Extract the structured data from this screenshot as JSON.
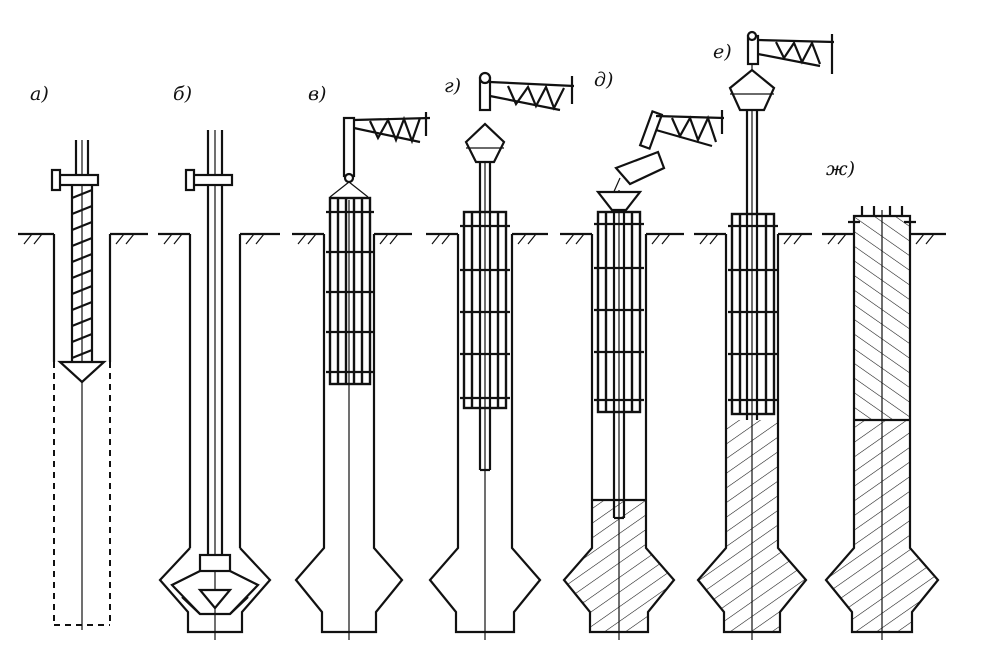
{
  "stages": [
    {
      "id": "a",
      "label": "а)",
      "title": "drilling with auger"
    },
    {
      "id": "b",
      "label": "б)",
      "title": "widening bottom"
    },
    {
      "id": "v",
      "label": "в)",
      "title": "lowering cage"
    },
    {
      "id": "g",
      "label": "г)",
      "title": "installing pipe"
    },
    {
      "id": "d",
      "label": "д)",
      "title": "concreting start"
    },
    {
      "id": "e",
      "label": "е)",
      "title": "concreting"
    },
    {
      "id": "zh",
      "label": "ж)",
      "title": "finished pile"
    }
  ],
  "colors": {
    "ink": "#111111",
    "paper": "#ffffff"
  }
}
